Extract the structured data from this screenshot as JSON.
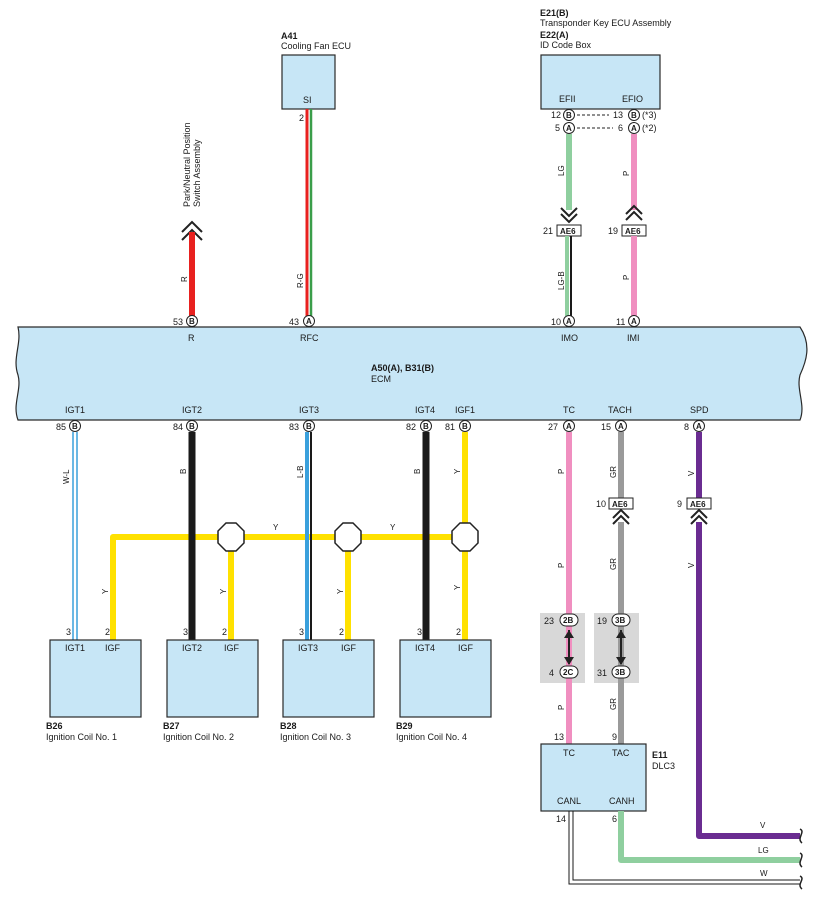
{
  "components": {
    "cooling_fan": {
      "id": "A41",
      "name": "Cooling Fan ECU",
      "pin": "SI",
      "pin_no": "2"
    },
    "transponder": {
      "id_b": "E21(B)",
      "name_b": "Transponder Key ECU Assembly",
      "id_a": "E22(A)",
      "name_a": "ID Code Box",
      "pin_efii": "EFII",
      "pin_efio": "EFIO",
      "pins": [
        {
          "no": "12",
          "conn": "B"
        },
        {
          "no": "13",
          "conn": "B",
          "note": "(*3)"
        },
        {
          "no": "5",
          "conn": "A"
        },
        {
          "no": "6",
          "conn": "A",
          "note": "(*2)"
        }
      ]
    },
    "park_neutral": {
      "line1": "Park/Neutral Position",
      "line2": "Switch Assembly"
    },
    "ecm": {
      "id": "A50(A), B31(B)",
      "name": "ECM",
      "top_pins": [
        {
          "name": "R",
          "no": "53",
          "conn": "B"
        },
        {
          "name": "RFC",
          "no": "43",
          "conn": "A"
        },
        {
          "name": "IMO",
          "no": "10",
          "conn": "A"
        },
        {
          "name": "IMI",
          "no": "11",
          "conn": "A"
        }
      ],
      "bottom_pins": [
        {
          "name": "IGT1",
          "no": "85",
          "conn": "B"
        },
        {
          "name": "IGT2",
          "no": "84",
          "conn": "B"
        },
        {
          "name": "IGT3",
          "no": "83",
          "conn": "B"
        },
        {
          "name": "IGT4",
          "no": "82",
          "conn": "B"
        },
        {
          "name": "IGF1",
          "no": "81",
          "conn": "B"
        },
        {
          "name": "TC",
          "no": "27",
          "conn": "A"
        },
        {
          "name": "TACH",
          "no": "15",
          "conn": "A"
        },
        {
          "name": "SPD",
          "no": "8",
          "conn": "A"
        }
      ]
    },
    "coils": [
      {
        "id": "B26",
        "name": "Ignition Coil No. 1",
        "pin_igt": "IGT1",
        "pin_igf": "IGF",
        "n3": "3",
        "n2": "2"
      },
      {
        "id": "B27",
        "name": "Ignition Coil No. 2",
        "pin_igt": "IGT2",
        "pin_igf": "IGF",
        "n3": "3",
        "n2": "2"
      },
      {
        "id": "B28",
        "name": "Ignition Coil No. 3",
        "pin_igt": "IGT3",
        "pin_igf": "IGF",
        "n3": "3",
        "n2": "2"
      },
      {
        "id": "B29",
        "name": "Ignition Coil No. 4",
        "pin_igt": "IGT4",
        "pin_igf": "IGF",
        "n3": "3",
        "n2": "2"
      }
    ],
    "dlc3": {
      "id": "E11",
      "name": "DLC3",
      "pin_tc": "TC",
      "pin_tac": "TAC",
      "pin_canl": "CANL",
      "pin_canh": "CANH",
      "n13": "13",
      "n9": "9",
      "n14": "14",
      "n6": "6"
    }
  },
  "connectors": {
    "ae6_left": {
      "label": "AE6",
      "no": "21"
    },
    "ae6_right": {
      "label": "AE6",
      "no": "19"
    },
    "ae6_tach": {
      "label": "AE6",
      "no": "10"
    },
    "ae6_spd": {
      "label": "AE6",
      "no": "9"
    },
    "c2b": {
      "label": "2B",
      "no": "23"
    },
    "c2c": {
      "label": "2C",
      "no": "4"
    },
    "c3b_top": {
      "label": "3B",
      "no": "19"
    },
    "c3b_bot": {
      "label": "3B",
      "no": "31"
    }
  },
  "wire_colors": {
    "r": "R",
    "rg": "R-G",
    "lg": "LG",
    "lgb": "LG-B",
    "p": "P",
    "wl": "W-L",
    "b": "B",
    "lb": "L-B",
    "y": "Y",
    "gr": "GR",
    "v": "V",
    "w": "W"
  },
  "colors": {
    "ecm_fill": "#c7e6f6",
    "red": "#e8211f",
    "green": "#8fcf9f",
    "pink": "#f08fc0",
    "yellow": "#ffe100",
    "black": "#1a1a1a",
    "blue": "#3aa0dc",
    "gray": "#9a9a9a",
    "violet": "#6a2c91"
  }
}
